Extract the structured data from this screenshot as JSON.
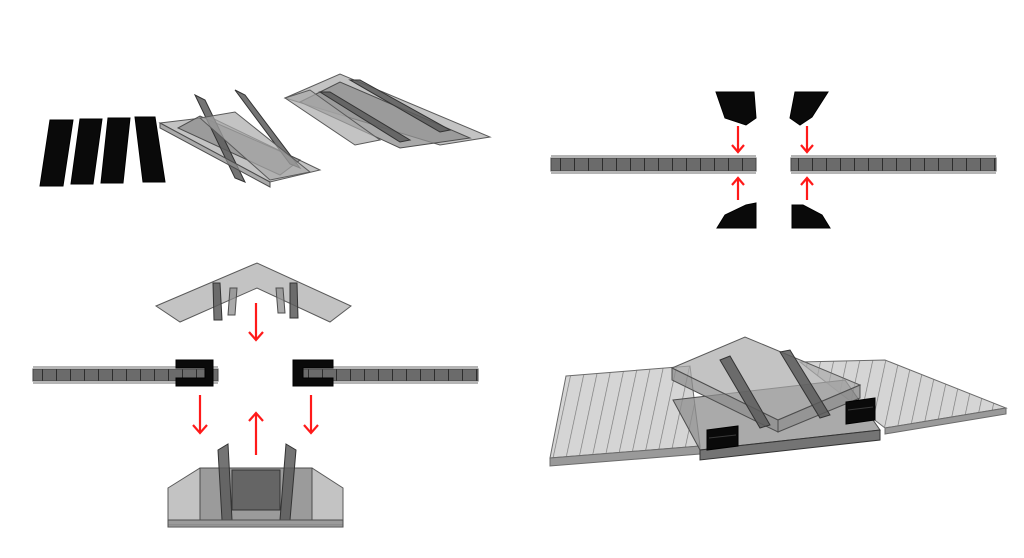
{
  "figure": {
    "panels": [
      {
        "id": "components-exploded"
      },
      {
        "id": "clamp-cross-section"
      },
      {
        "id": "assembly-sequence"
      },
      {
        "id": "assembled-joint"
      }
    ],
    "colors": {
      "arrow": "#ff1a1a",
      "profile": "#8e8e8e",
      "gasket": "#0a0a0a",
      "background": "#ffffff"
    }
  }
}
